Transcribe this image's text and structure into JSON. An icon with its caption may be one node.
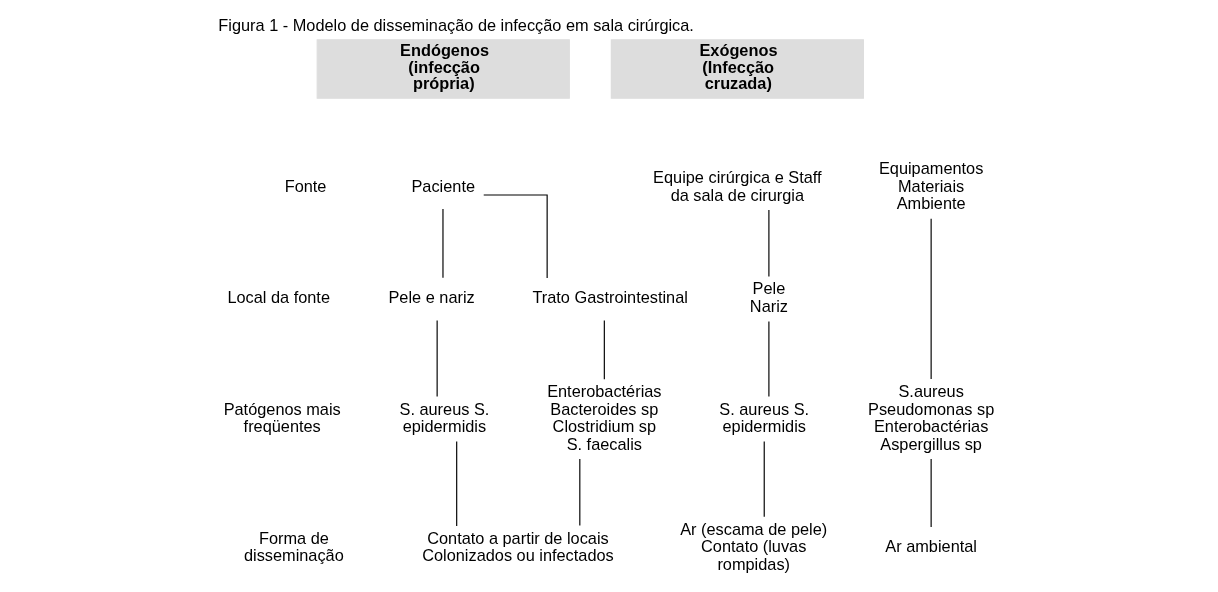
{
  "diagram": {
    "title": "Figura 1 - Modelo de disseminação de infecção em sala cirúrgica.",
    "nodes": [
      {
        "text": [
          "Paciente"
        ]
      },
      {
        "text": [
          "Pele e nariz"
        ]
      },
      {
        "text": [
          "Trato Gastrointestinal"
        ]
      },
      {
        "text": [
          "S. aureus S. epidermidis"
        ]
      },
      {
        "text": [
          "Enterobactérias Bacteroides sp Clostridium sp S. faecalis"
        ]
      },
      {
        "text": [
          "Contato a partir de locais Colonizados ou infectados"
        ]
      },
      {
        "text": [
          "Equipe cirúrgica e Staff da sala de cirurgia"
        ]
      },
      {
        "text": [
          "Pele Nariz"
        ]
      },
      {
        "text": [
          "S. aureus S. epidermidis"
        ]
      },
      {
        "text": [
          "Ar (escama de pele) Contato (luvas rompidas)"
        ]
      },
      {
        "text": [
          "Equipamentos Materiais Ambiente"
        ]
      },
      {
        "text": [
          "S.aureus Pseudomonas sp Enterobactérias Aspergillus sp"
        ]
      },
      {
        "text": [
          "Ar ambiental"
        ]
      }
    ],
    "edges": [
      {
        "from": 0,
        "to": 1,
        "arrow": "none"
      },
      {
        "from": 0,
        "to": 2,
        "arrow": "none"
      },
      {
        "from": 1,
        "to": 3,
        "arrow": "none"
      },
      {
        "from": 2,
        "to": 4,
        "arrow": "none"
      },
      {
        "from": 3,
        "to": 5,
        "arrow": "none"
      },
      {
        "from": 4,
        "to": 5,
        "arrow": "none"
      },
      {
        "from": 6,
        "to": 7,
        "arrow": "none"
      },
      {
        "from": 7,
        "to": 8,
        "arrow": "none"
      },
      {
        "from": 8,
        "to": 9,
        "arrow": "none"
      },
      {
        "from": 10,
        "to": 11,
        "arrow": "none"
      },
      {
        "from": 11,
        "to": 12,
        "arrow": "none"
      }
    ],
    "labels": [
      "Endógenos (infecção própria)",
      "Exógenos (Infecção cruzada)",
      "Fonte",
      "Local da fonte",
      "Patógenos mais freqüentes",
      "Forma de disseminação"
    ]
  }
}
